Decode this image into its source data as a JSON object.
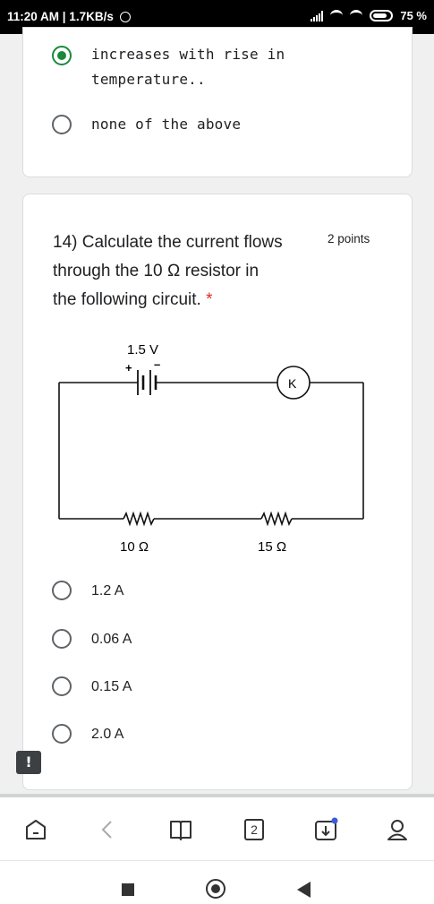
{
  "status_bar": {
    "time_speed": "11:20 AM | 1.7KB/s",
    "battery": "75 %"
  },
  "prev_question": {
    "options": [
      {
        "label_line1": "increases with rise in",
        "label_line2": "temperature..",
        "checked": true
      },
      {
        "label": "none of the above",
        "checked": false
      }
    ]
  },
  "question": {
    "title_line1": "14) Calculate the current flows",
    "title_line2": "through the 10 Ω resistor in",
    "title_line3": "the following circuit.",
    "required_mark": "*",
    "points": "2 points",
    "circuit": {
      "battery_label": "1.5 V",
      "plus": "+",
      "minus": "–",
      "key_label": "K",
      "resistor1_label": "10 Ω",
      "resistor2_label": "15 Ω"
    },
    "options": [
      {
        "label": "1.2 A"
      },
      {
        "label": "0.06 A"
      },
      {
        "label": "0.15 A"
      },
      {
        "label": "2.0 A"
      }
    ]
  },
  "bottom_nav": {
    "tab_count": "2"
  },
  "alert_icon": "!"
}
